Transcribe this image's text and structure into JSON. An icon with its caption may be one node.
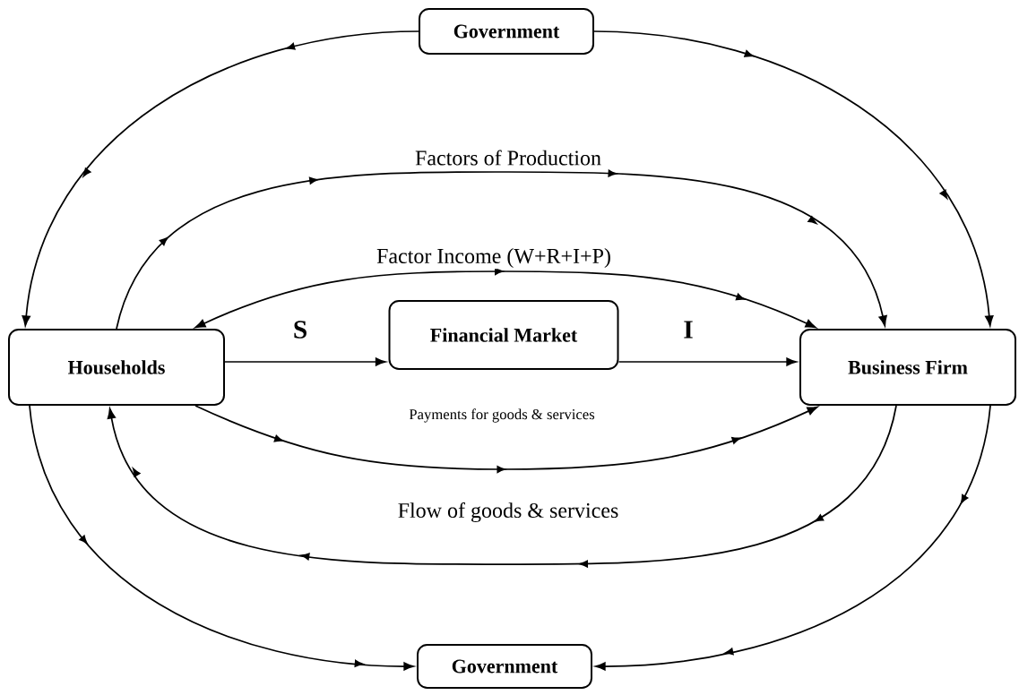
{
  "diagram": {
    "nodes": [
      {
        "text": [
          "Government"
        ]
      },
      {
        "text": [
          "Households"
        ]
      },
      {
        "text": [
          "Financial Market"
        ]
      },
      {
        "text": [
          "Business Firm"
        ]
      },
      {
        "text": [
          "Government"
        ]
      }
    ],
    "edges": [
      {
        "from": 0,
        "to": 1,
        "arrow": "to"
      },
      {
        "from": 0,
        "to": 3,
        "arrow": "to"
      },
      {
        "from": 1,
        "to": 4,
        "arrow": "to"
      },
      {
        "from": 3,
        "to": 4,
        "arrow": "to"
      },
      {
        "from": 1,
        "to": 3,
        "arrow": "to",
        "label": "Factors of Production"
      },
      {
        "from": 1,
        "to": 3,
        "arrow": "both",
        "label": "Factor Income (W+R+I+P)"
      },
      {
        "from": 1,
        "to": 2,
        "arrow": "to",
        "label": "S"
      },
      {
        "from": 2,
        "to": 3,
        "arrow": "to",
        "label": "I"
      },
      {
        "from": 1,
        "to": 3,
        "arrow": "to",
        "label": "Payments for goods & services"
      },
      {
        "from": 3,
        "to": 1,
        "arrow": "to",
        "label": "Flow of goods & services"
      }
    ]
  }
}
